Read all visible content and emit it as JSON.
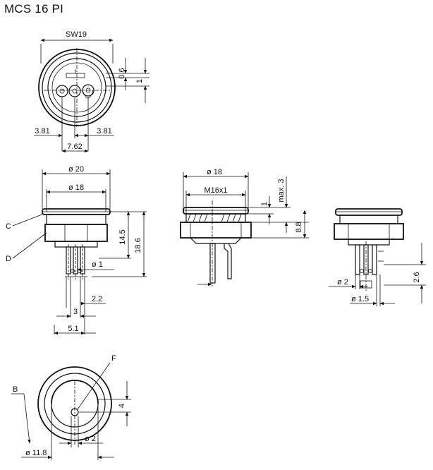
{
  "title": "MCS 16 PI",
  "labels": {
    "sw19": "SW19",
    "d0_6": "0.6",
    "d1_top": "1",
    "d3_81_left": "3.81",
    "d3_81_right": "3.81",
    "d7_62": "7.62",
    "phi20": "ø 20",
    "phi18_left": "ø 18",
    "d14_5": "14.5",
    "d18_6": "18.6",
    "phi1": "ø 1",
    "d2_2": "2.2",
    "d3": "3",
    "d5_1": "5.1",
    "C": "C",
    "D": "D",
    "phi18_mid": "ø 18",
    "m16x1": "M16x1",
    "max3": "max. 3",
    "d1_mid": "1",
    "d8_8": "8.8",
    "phi2_right": "ø 2",
    "phi1_5": "ø 1.5",
    "d2_6": "2.6",
    "F": "F",
    "B": "B",
    "d4": "4",
    "phi2_bottom": "ø 2",
    "phi11_8": "ø 11.8"
  }
}
